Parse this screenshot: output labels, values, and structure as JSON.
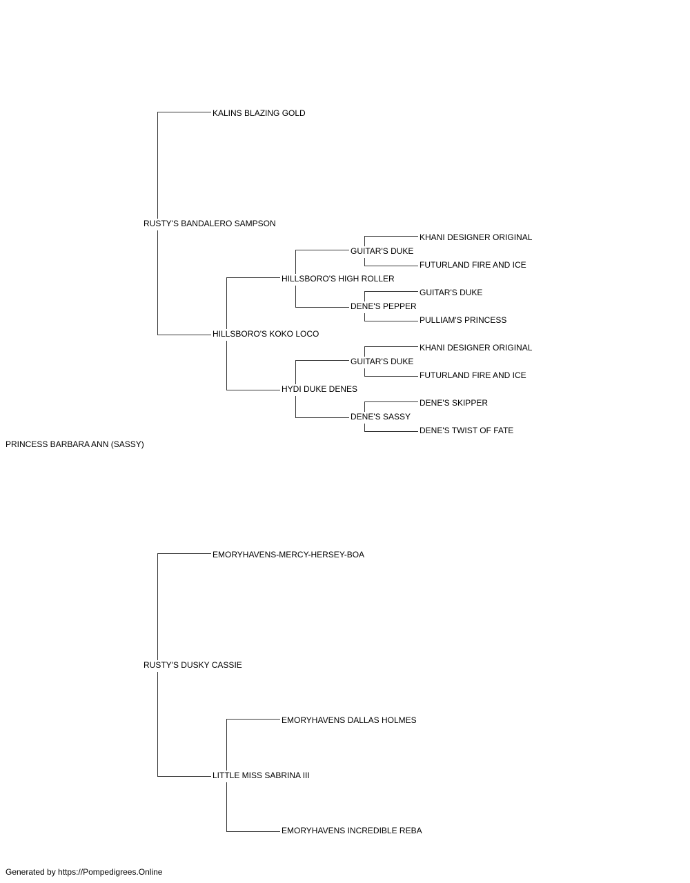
{
  "pedigree": {
    "subject": "PRINCESS BARBARA ANN (SASSY)",
    "sire": {
      "name": "RUSTY'S BANDALERO SAMPSON",
      "sire": {
        "name": "KALINS BLAZING GOLD"
      },
      "dam": {
        "name": "HILLSBORO'S KOKO LOCO",
        "sire": {
          "name": "HILLSBORO'S HIGH ROLLER",
          "sire": {
            "name": "GUITAR'S DUKE",
            "sire": "KHANI DESIGNER ORIGINAL",
            "dam": "FUTURLAND FIRE AND ICE"
          },
          "dam": {
            "name": "DENE'S PEPPER",
            "sire": "GUITAR'S DUKE",
            "dam": "PULLIAM'S PRINCESS"
          }
        },
        "dam": {
          "name": "HYDI DUKE DENES",
          "sire": {
            "name": "GUITAR'S DUKE",
            "sire": "KHANI DESIGNER ORIGINAL",
            "dam": "FUTURLAND FIRE AND ICE"
          },
          "dam": {
            "name": "DENE'S SASSY",
            "sire": "DENE'S SKIPPER",
            "dam": "DENE'S TWIST OF FATE"
          }
        }
      }
    },
    "dam": {
      "name": "RUSTY'S DUSKY CASSIE",
      "sire": {
        "name": "EMORYHAVENS-MERCY-HERSEY-BOA"
      },
      "dam": {
        "name": "LITTLE MISS SABRINA III",
        "sire": {
          "name": "EMORYHAVENS DALLAS HOLMES"
        },
        "dam": {
          "name": "EMORYHAVENS INCREDIBLE REBA"
        }
      }
    }
  },
  "footer": "Generated by https://Pompedigrees.Online",
  "colors": {
    "line": "#333333",
    "text": "#000000",
    "background": "#ffffff"
  }
}
